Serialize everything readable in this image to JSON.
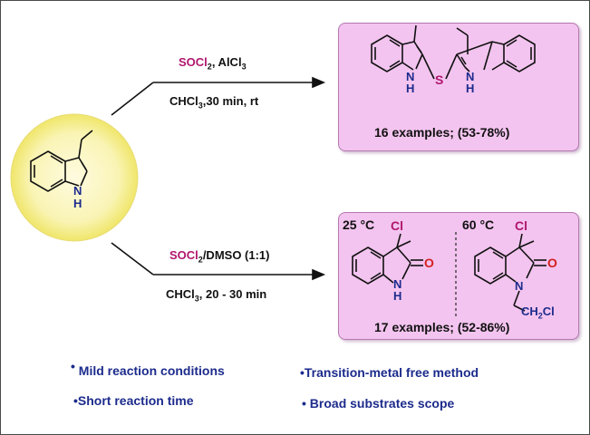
{
  "top_reaction": {
    "reagent_highlight": "SOCl",
    "reagent_sub": "2",
    "reagent_rest": ", AlCl",
    "reagent_rest_sub": "3",
    "solvent": "CHCl",
    "solvent_sub": "3",
    "conditions": ",30 min, rt",
    "examples": "16 examples; (53-78%)"
  },
  "bottom_reaction": {
    "reagent_highlight": "SOCl",
    "reagent_sub": "2",
    "reagent_rest": "/DMSO (1:1)",
    "solvent": "CHCl",
    "solvent_sub": "3",
    "conditions": ", 20 - 30 min",
    "temp_left": "25 °C",
    "temp_right": "60  °C",
    "examples": "17 examples; (52-86%)"
  },
  "atoms": {
    "nh": "NH",
    "n": "N",
    "h": "H",
    "s": "S",
    "cl": "Cl",
    "o": "O",
    "ch2cl_prefix": "CH",
    "ch2cl_sub": "2",
    "ch2cl_suffix": "Cl"
  },
  "features": {
    "f1": "Mild reaction conditions",
    "f2": "Transition-metal free method",
    "f3": "Short reaction time",
    "f4": "Broad substrates scope"
  },
  "colors": {
    "socl_accent": "#b0166e",
    "feature_text": "#1c2b8c",
    "box_fill": "#f3c4ef",
    "oxygen": "#d3201f",
    "circle_glow": "#f6ef8a"
  }
}
